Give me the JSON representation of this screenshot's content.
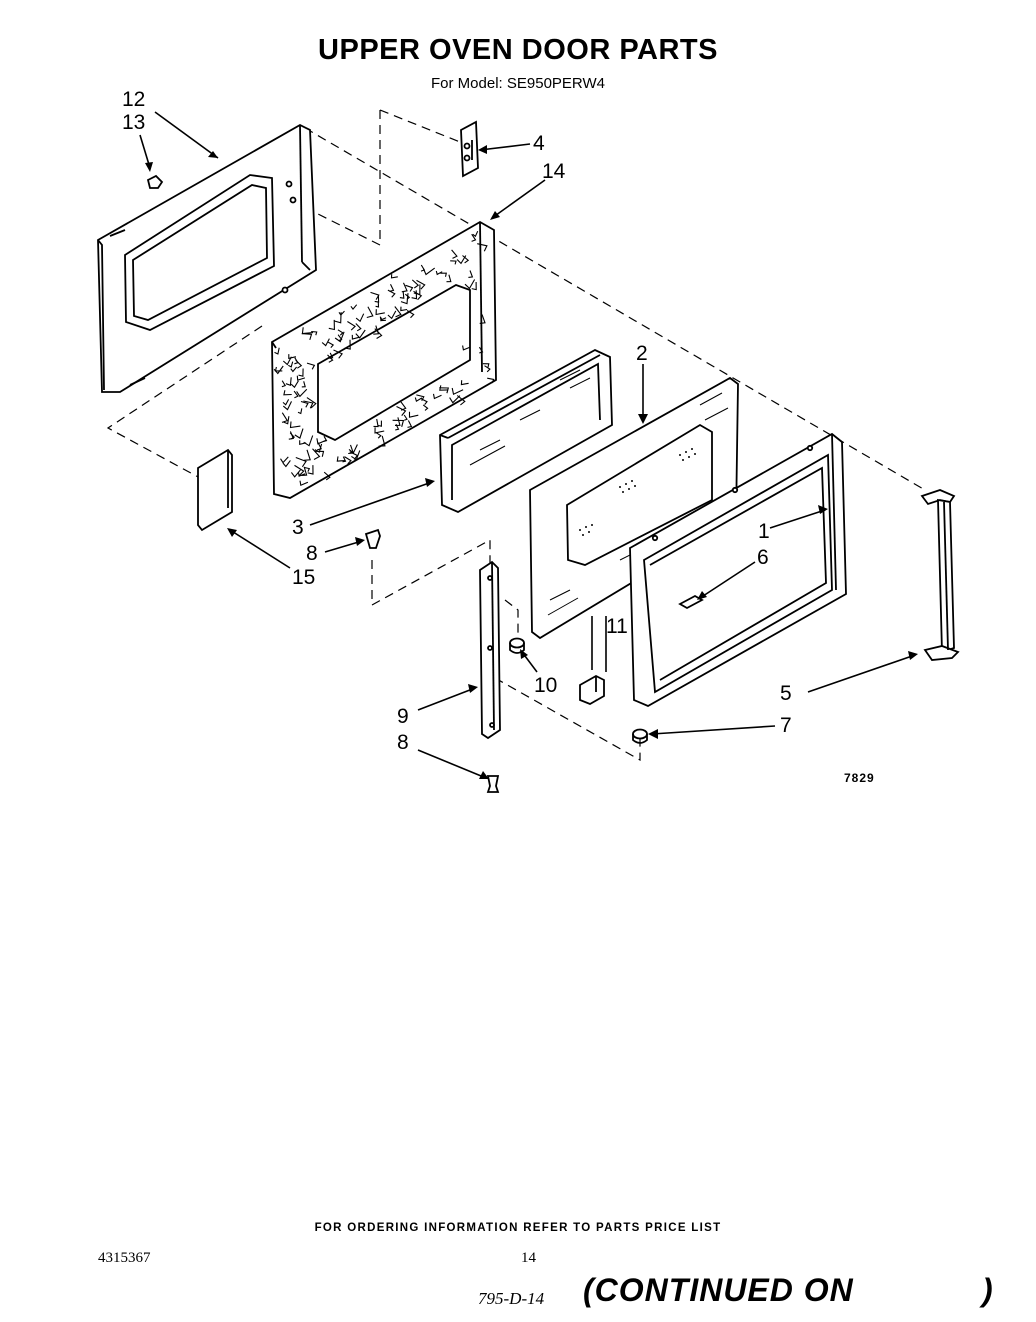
{
  "header": {
    "title": "UPPER OVEN DOOR PARTS",
    "subtitle": "For Model: SE950PERW4"
  },
  "callouts": {
    "c12": "12",
    "c13": "13",
    "c4": "4",
    "c14": "14",
    "c2": "2",
    "c1": "1",
    "c6": "6",
    "c3": "3",
    "c8a": "8",
    "c15": "15",
    "c11": "11",
    "c10": "10",
    "c5": "5",
    "c9": "9",
    "c8b": "8",
    "c7": "7",
    "illustration_number": "7829"
  },
  "footer": {
    "ordering_note": "FOR ORDERING INFORMATION REFER TO PARTS PRICE LIST",
    "document_number": "4315367",
    "page_number": "14",
    "handwritten_ref": "795-D-14",
    "continued": "(CONTINUED ON",
    "close_paren": ")"
  }
}
